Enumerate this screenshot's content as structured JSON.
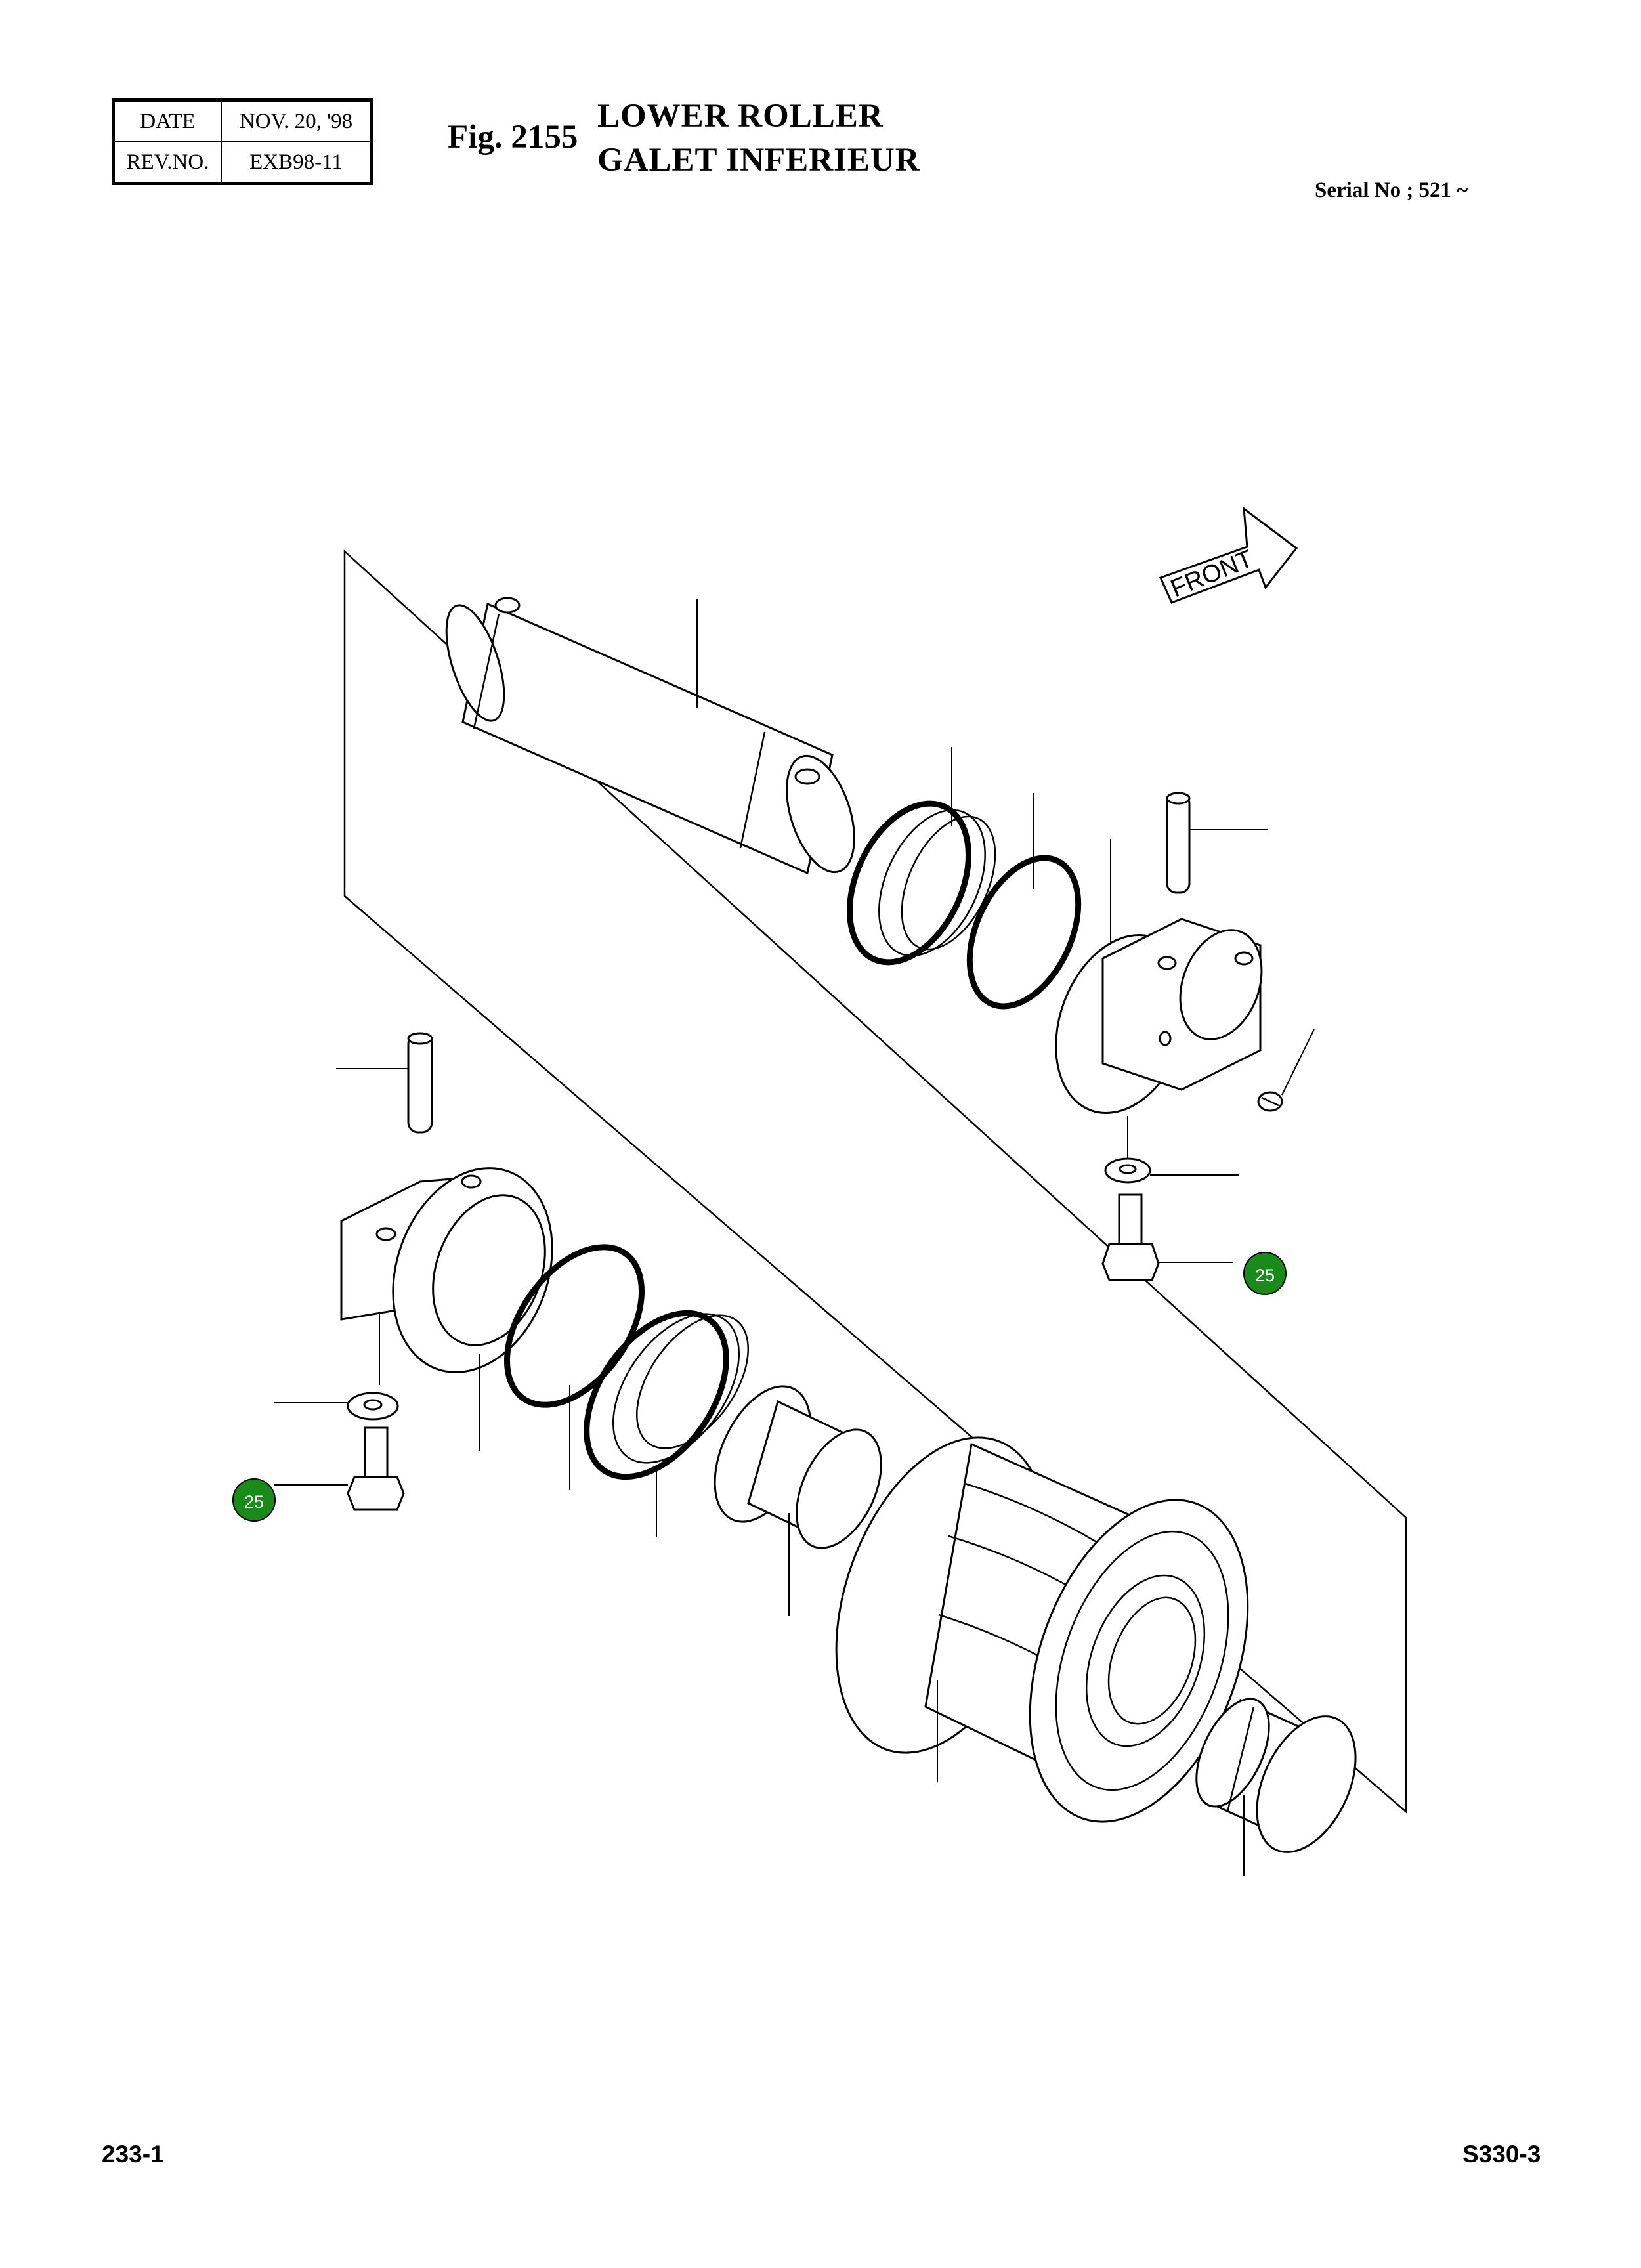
{
  "header": {
    "date_label": "DATE",
    "date_value": "NOV. 20, '98",
    "rev_label": "REV.NO.",
    "rev_value": "EXB98-11"
  },
  "figure": {
    "number": "Fig. 2155",
    "title_en": "LOWER ROLLER",
    "title_fr": "GALET INFERIEUR",
    "serial": "Serial No ; 521 ~"
  },
  "diagram": {
    "front_label": "FRONT",
    "callouts": [
      "25",
      "25"
    ],
    "callout_color": "#1a8a1a"
  },
  "footer": {
    "page": "233-1",
    "model": "S330-3"
  }
}
